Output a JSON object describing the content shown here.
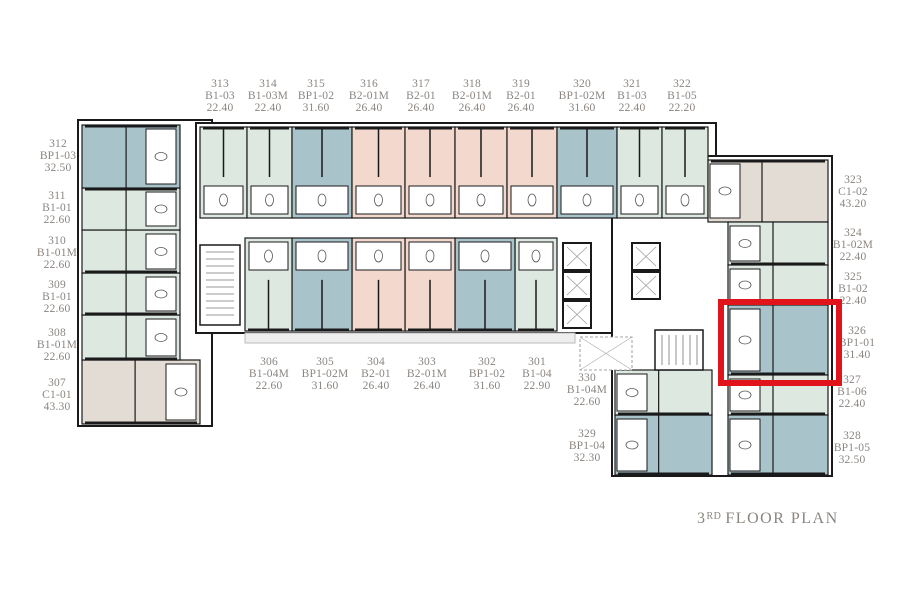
{
  "title": {
    "floor": "3",
    "suffix": "RD",
    "text": "FLOOR PLAN"
  },
  "colors": {
    "green": "#dde8e1",
    "blue": "#a8c3ca",
    "pink": "#f2d8cd",
    "beige": "#e2dcd5",
    "wall": "#1a1a1a",
    "label": "#8b8580",
    "highlight": "#e1141c"
  },
  "highlighted_unit": "326",
  "units": [
    {
      "no": "301",
      "type": "B1-04",
      "area": "22.90",
      "fill": "green"
    },
    {
      "no": "302",
      "type": "BP1-02",
      "area": "31.60",
      "fill": "blue"
    },
    {
      "no": "303",
      "type": "B2-01M",
      "area": "26.40",
      "fill": "pink"
    },
    {
      "no": "304",
      "type": "B2-01",
      "area": "26.40",
      "fill": "pink"
    },
    {
      "no": "305",
      "type": "BP1-02M",
      "area": "31.60",
      "fill": "blue"
    },
    {
      "no": "306",
      "type": "B1-04M",
      "area": "22.60",
      "fill": "green"
    },
    {
      "no": "307",
      "type": "C1-01",
      "area": "43.30",
      "fill": "beige"
    },
    {
      "no": "308",
      "type": "B1-01M",
      "area": "22.60",
      "fill": "green"
    },
    {
      "no": "309",
      "type": "B1-01",
      "area": "22.60",
      "fill": "green"
    },
    {
      "no": "310",
      "type": "B1-01M",
      "area": "22.60",
      "fill": "green"
    },
    {
      "no": "311",
      "type": "B1-01",
      "area": "22.60",
      "fill": "green"
    },
    {
      "no": "312",
      "type": "BP1-03",
      "area": "32.50",
      "fill": "blue"
    },
    {
      "no": "313",
      "type": "B1-03",
      "area": "22.40",
      "fill": "green"
    },
    {
      "no": "314",
      "type": "B1-03M",
      "area": "22.40",
      "fill": "green"
    },
    {
      "no": "315",
      "type": "BP1-02",
      "area": "31.60",
      "fill": "blue"
    },
    {
      "no": "316",
      "type": "B2-01M",
      "area": "26.40",
      "fill": "pink"
    },
    {
      "no": "317",
      "type": "B2-01",
      "area": "26.40",
      "fill": "pink"
    },
    {
      "no": "318",
      "type": "B2-01M",
      "area": "26.40",
      "fill": "pink"
    },
    {
      "no": "319",
      "type": "B2-01",
      "area": "26.40",
      "fill": "pink"
    },
    {
      "no": "320",
      "type": "BP1-02M",
      "area": "31.60",
      "fill": "blue"
    },
    {
      "no": "321",
      "type": "B1-03",
      "area": "22.40",
      "fill": "green"
    },
    {
      "no": "322",
      "type": "B1-05",
      "area": "22.20",
      "fill": "green"
    },
    {
      "no": "323",
      "type": "C1-02",
      "area": "43.20",
      "fill": "beige"
    },
    {
      "no": "324",
      "type": "B1-02M",
      "area": "22.40",
      "fill": "green"
    },
    {
      "no": "325",
      "type": "B1-02",
      "area": "22.40",
      "fill": "green"
    },
    {
      "no": "326",
      "type": "BP1-01",
      "area": "31.40",
      "fill": "blue"
    },
    {
      "no": "327",
      "type": "B1-06",
      "area": "22.40",
      "fill": "green"
    },
    {
      "no": "328",
      "type": "BP1-05",
      "area": "32.50",
      "fill": "blue"
    },
    {
      "no": "329",
      "type": "BP1-04",
      "area": "32.30",
      "fill": "blue"
    },
    {
      "no": "330",
      "type": "B1-04M",
      "area": "22.60",
      "fill": "green"
    }
  ]
}
